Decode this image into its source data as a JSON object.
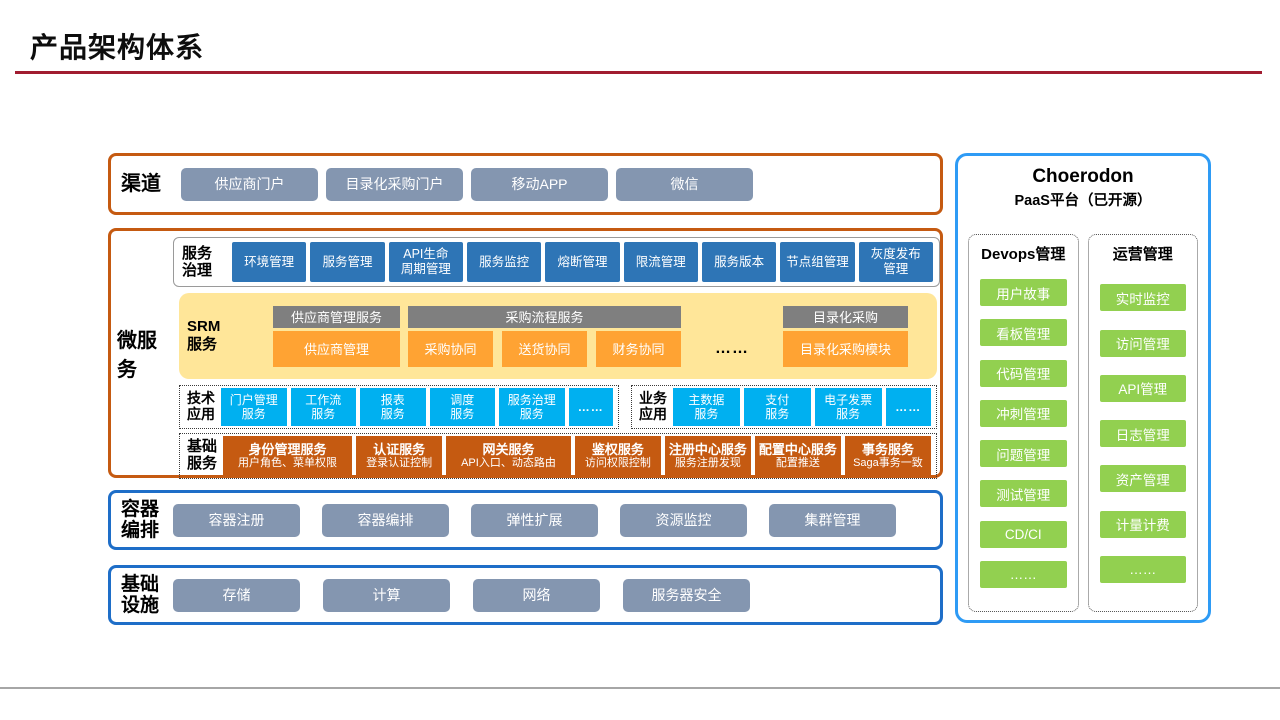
{
  "page": {
    "title": "产品架构体系"
  },
  "channel": {
    "label": "渠道",
    "items": [
      "供应商门户",
      "目录化采购门户",
      "移动APP",
      "微信"
    ]
  },
  "microservices": {
    "label": "微服务",
    "governance": {
      "label": "服务\n治理",
      "items": [
        "环境管理",
        "服务管理",
        "API生命\n周期管理",
        "服务监控",
        "熔断管理",
        "限流管理",
        "服务版本",
        "节点组管理",
        "灰度发布\n管理"
      ]
    },
    "srm": {
      "label": "SRM\n服务",
      "ellipsis": "……",
      "groups": [
        {
          "header": "供应商管理服务",
          "items": [
            "供应商管理"
          ]
        },
        {
          "header": "采购流程服务",
          "items": [
            "采购协同",
            "送货协同",
            "财务协同"
          ]
        },
        {
          "header": "目录化采购",
          "items": [
            "目录化采购模块"
          ]
        }
      ]
    },
    "tech": {
      "label": "技术\n应用",
      "items": [
        "门户管理\n服务",
        "工作流\n服务",
        "报表\n服务",
        "调度\n服务",
        "服务治理\n服务",
        "……"
      ]
    },
    "business": {
      "label": "业务\n应用",
      "items": [
        "主数据\n服务",
        "支付\n服务",
        "电子发票\n服务",
        "……"
      ]
    },
    "base": {
      "label": "基础\n服务",
      "items": [
        {
          "title": "身份管理服务",
          "subtitle": "用户角色、菜单权限"
        },
        {
          "title": "认证服务",
          "subtitle": "登录认证控制"
        },
        {
          "title": "网关服务",
          "subtitle": "API入口、动态路由"
        },
        {
          "title": "鉴权服务",
          "subtitle": "访问权限控制"
        },
        {
          "title": "注册中心服务",
          "subtitle": "服务注册发现"
        },
        {
          "title": "配置中心服务",
          "subtitle": "配置推送"
        },
        {
          "title": "事务服务",
          "subtitle": "Saga事务一致"
        }
      ]
    }
  },
  "container": {
    "label": "容器\n编排",
    "items": [
      "容器注册",
      "容器编排",
      "弹性扩展",
      "资源监控",
      "集群管理"
    ]
  },
  "infrastructure": {
    "label": "基础\n设施",
    "items": [
      "存储",
      "计算",
      "网络",
      "服务器安全"
    ]
  },
  "paas": {
    "title": "Choerodon",
    "subtitle": "PaaS平台（已开源）",
    "columns": [
      {
        "header": "Devops管理",
        "items": [
          "用户故事",
          "看板管理",
          "代码管理",
          "冲刺管理",
          "问题管理",
          "测试管理",
          "CD/CI",
          "……"
        ]
      },
      {
        "header": "运营管理",
        "items": [
          "实时监控",
          "访问管理",
          "API管理",
          "日志管理",
          "资产管理",
          "计量计费",
          "……"
        ]
      }
    ]
  },
  "colors": {
    "title_underline": "#A11C30",
    "frame_orange": "#C55A11",
    "frame_blue": "#1E6EC8",
    "paas_border_blue": "#2E9BF5",
    "button_gray_blue": "#8496B0",
    "button_dark_blue": "#2E75B6",
    "button_cyan": "#00B0F0",
    "button_orange": "#FFA333",
    "button_brown": "#C55A11",
    "button_green": "#92D050",
    "srm_background": "#FFE699",
    "group_header_gray": "#7F7F7F",
    "divider_gray": "#A6A6A6"
  }
}
